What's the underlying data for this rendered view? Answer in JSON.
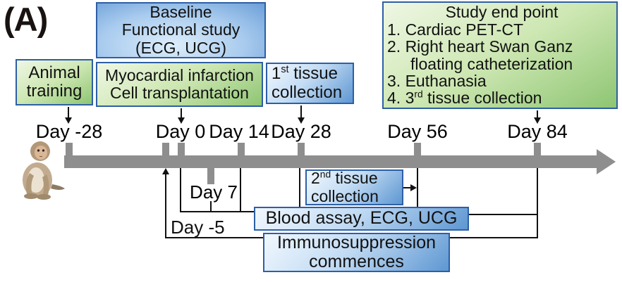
{
  "panel_label": "(A)",
  "boxes": {
    "baseline": {
      "line1": "Baseline",
      "line2": "Functional study",
      "line3": "(ECG, UCG)"
    },
    "animal_training": {
      "line1": "Animal",
      "line2": "training"
    },
    "myocardial": {
      "line1": "Myocardial infarction",
      "line2": "Cell transplantation"
    },
    "first_tissue": {
      "num": "1",
      "sup": "st",
      "rest": " tissue",
      "line2": "collection"
    },
    "study_end": {
      "title": "Study end point",
      "item1": "1. Cardiac PET-CT",
      "item2a": "2. Right heart Swan Ganz",
      "item2b": "floating catheterization",
      "item3": "3. Euthanasia",
      "item4_pre": "4. 3",
      "item4_sup": "rd",
      "item4_post": " tissue collection"
    },
    "second_tissue": {
      "num": "2",
      "sup": "nd",
      "rest": " tissue",
      "line2": "collection"
    },
    "blood_assay": {
      "label": "Blood assay, ECG, UCG"
    },
    "immunosuppression": {
      "line1": "Immunosuppression",
      "line2": "commences"
    }
  },
  "timeline": {
    "days": [
      "Day -28",
      "Day 0",
      "Day 14",
      "Day 28",
      "Day 56",
      "Day 84"
    ],
    "day7": "Day 7",
    "day_minus5": "Day -5"
  },
  "images": {
    "monkey": "sitting-rhesus-monkey-photo"
  },
  "colors": {
    "box_border_blue": "#2d5fa6",
    "blue_fill_dark": "#5e97d2",
    "green_fill_dark": "#8ec573",
    "timeline_gray": "#8e8e8e",
    "text": "#111111"
  }
}
